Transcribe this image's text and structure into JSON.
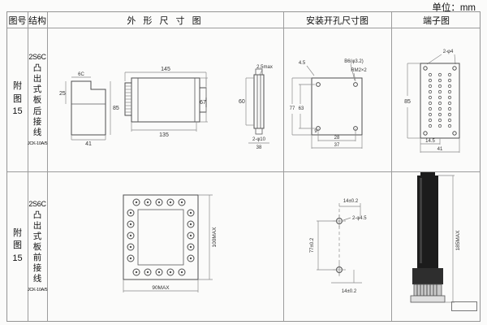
{
  "page": {
    "unit_label": "单位：mm"
  },
  "headers": {
    "fig_no": "图号",
    "structure": "结构",
    "outline": "外 形 尺 寸 图",
    "mounting": "安装开孔尺寸图",
    "terminal": "端子图"
  },
  "rows": [
    {
      "fig": [
        "附",
        "图",
        "15"
      ],
      "model": "2S6C",
      "structure": [
        "凸",
        "出",
        "式",
        "板",
        "后",
        "接",
        "线"
      ],
      "type_code": "JCK-10A/5",
      "dims": {
        "bracket_tab": "6C",
        "bracket_upper": "25",
        "bracket_width": "41",
        "bracket_height": "85",
        "front_top": "145",
        "front_bottom": "135",
        "front_height": "67",
        "profile_thickness": "2.5max",
        "profile_height": "60",
        "profile_holes": "2-φ10",
        "profile_width": "38",
        "mount_edge": "4.5",
        "mount_hole": "B6(φ3.2)",
        "mount_thread": "RM2×2",
        "mount_height": "77",
        "mount_inner_height": "63",
        "mount_offset": "9",
        "mount_inner_width": "28",
        "mount_width": "37",
        "terminal_holes": "2-φ4",
        "terminal_height": "85",
        "terminal_pitch": "14.5",
        "terminal_width": "41"
      }
    },
    {
      "fig": [
        "附",
        "图",
        "15"
      ],
      "model": "2S6C",
      "structure": [
        "凸",
        "出",
        "式",
        "板",
        "前",
        "接",
        "线"
      ],
      "type_code": "JCK-10A/5",
      "dims": {
        "front_height": "100MAX",
        "front_width": "90MAX",
        "mount_top": "14±0.2",
        "mount_holes": "2-φ4.5",
        "mount_spacing": "77±0.2",
        "mount_bottom": "14±0.2",
        "side_height": "185MAX"
      }
    }
  ]
}
